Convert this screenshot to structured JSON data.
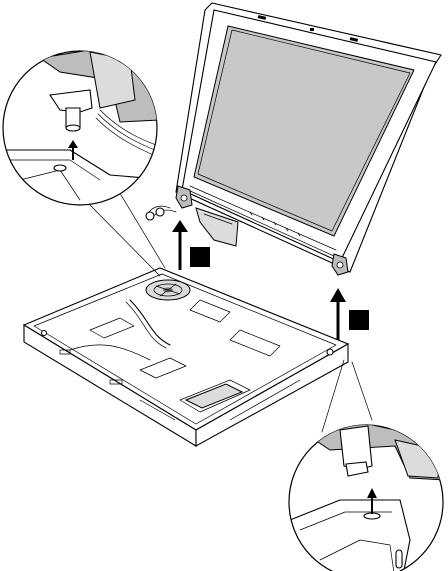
{
  "figure": {
    "kind": "laptop-disassembly-illustration",
    "steps": [
      {
        "name": "step-1",
        "label": ""
      },
      {
        "name": "step-2",
        "label": ""
      }
    ],
    "colors": {
      "line": "#000000",
      "screen": "#c8c8c8",
      "shading": "#bdbdbd",
      "background": "#ffffff"
    },
    "icons": [
      "up-arrow-icon",
      "hinge-icon",
      "cable-icon"
    ]
  }
}
